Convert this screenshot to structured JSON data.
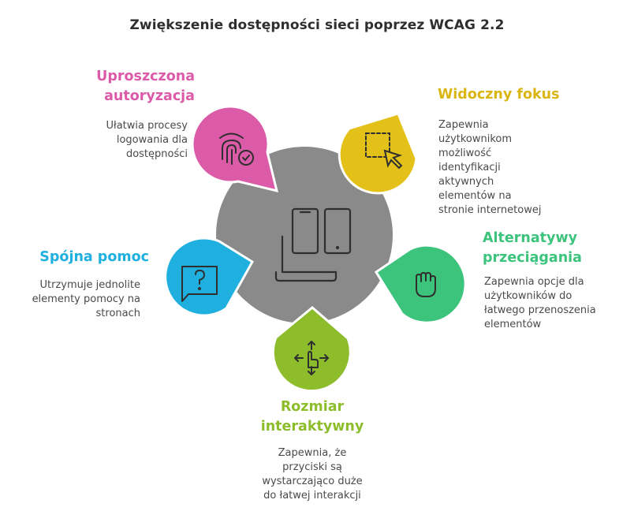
{
  "title": "Zwiększenie dostępności sieci poprzez WCAG 2.2",
  "colors": {
    "center": "#8a8a8a",
    "pink": "#dc5ba8",
    "yellow": "#e3c119",
    "teal": "#3cc37c",
    "blue": "#1fb0e0",
    "green": "#8ebd2c"
  },
  "items": [
    {
      "title_lines": [
        "Uproszczona",
        "autoryzacja"
      ],
      "desc_lines": [
        "Ułatwia procesy",
        "logowania dla",
        "dostępności"
      ],
      "icon": "fingerprint-check-icon",
      "color": "#dc5ba8"
    },
    {
      "title_lines": [
        "Widoczny fokus"
      ],
      "desc_lines": [
        "Zapewnia",
        "użytkownikom",
        "możliwość",
        "identyfikacji",
        "aktywnych",
        "elementów na",
        "stronie internetowej"
      ],
      "icon": "focus-cursor-icon",
      "color": "#e3c119"
    },
    {
      "title_lines": [
        "Alternatywy",
        "przeciągania"
      ],
      "desc_lines": [
        "Zapewnia opcje dla",
        "użytkowników do",
        "łatwego przenoszenia",
        "elementów"
      ],
      "icon": "grab-hand-icon",
      "color": "#3cc37c"
    },
    {
      "title_lines": [
        "Spójna pomoc"
      ],
      "desc_lines": [
        "Utrzymuje jednolite",
        "elementy pomocy na",
        "stronach"
      ],
      "icon": "help-chat-icon",
      "color": "#1fb0e0"
    },
    {
      "title_lines": [
        "Rozmiar",
        "interaktywny"
      ],
      "desc_lines": [
        "Zapewnia, że",
        "przyciski są",
        "wystarczająco duże",
        "do łatwej interakcji"
      ],
      "icon": "touch-move-icon",
      "color": "#8ebd2c"
    }
  ],
  "center_icon": "devices-icon"
}
